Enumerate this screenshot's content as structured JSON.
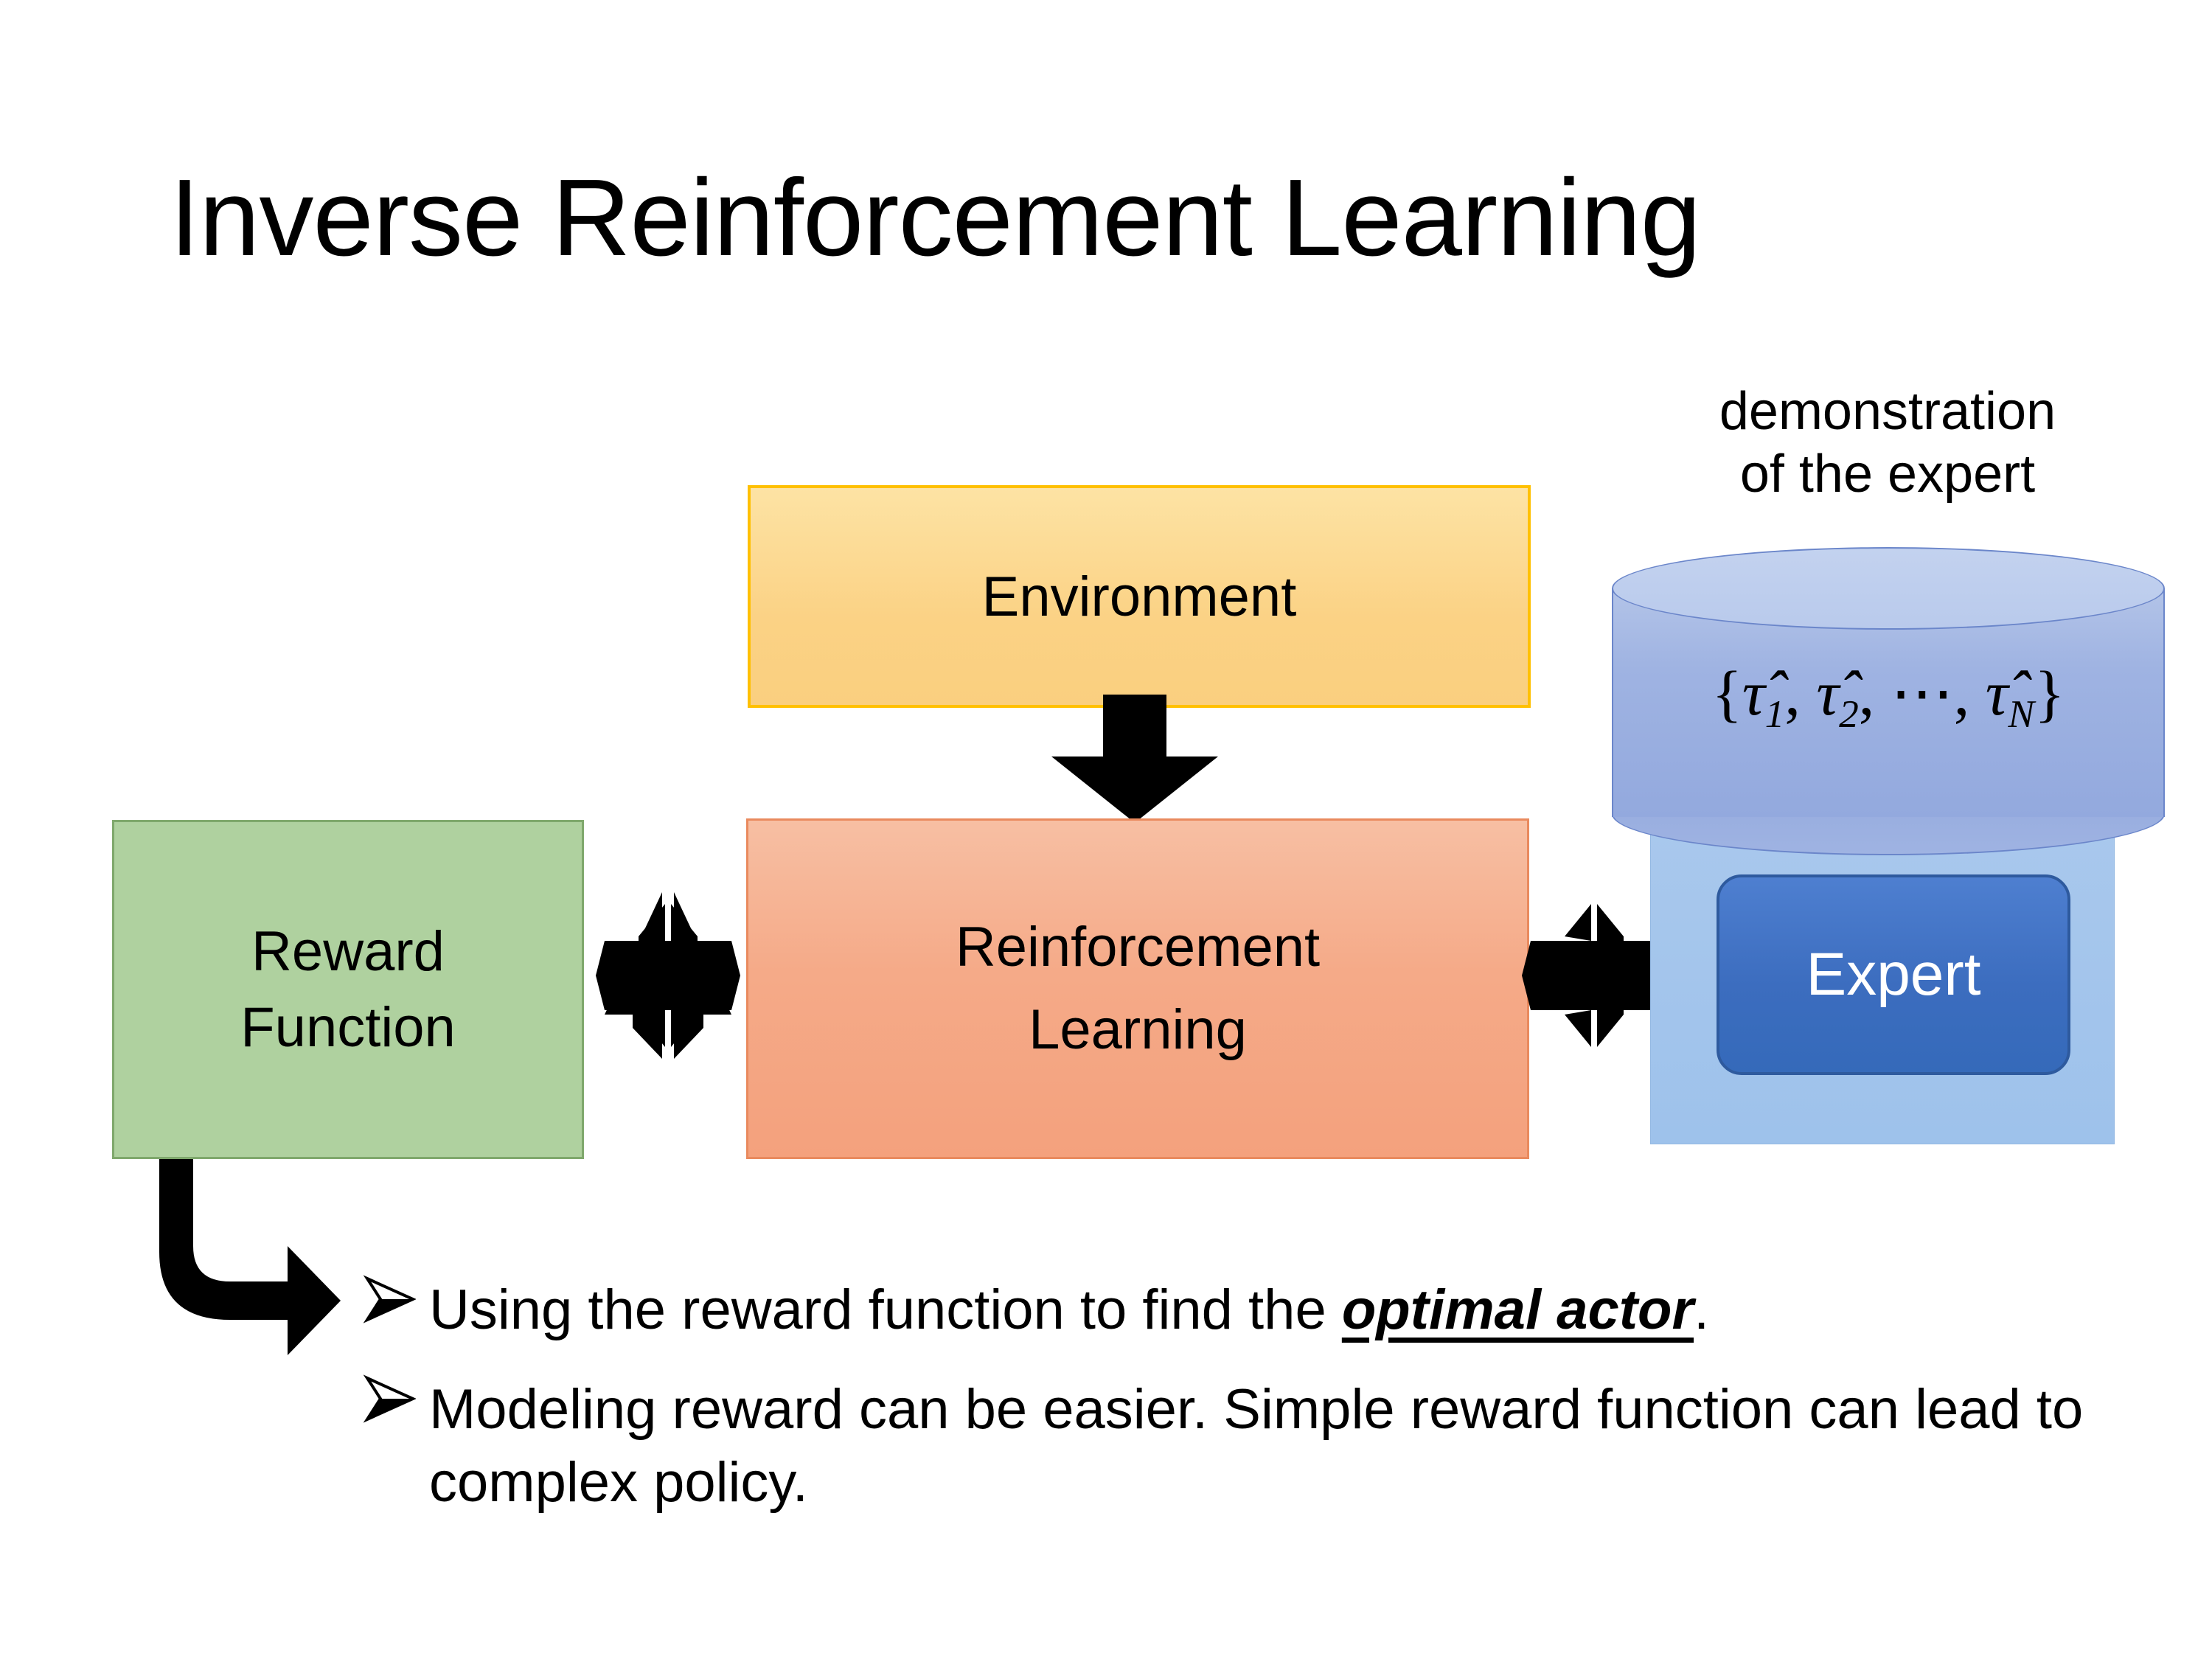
{
  "slide": {
    "title": "Inverse Reinforcement Learning",
    "background_color": "#FFFFFF"
  },
  "diagram": {
    "environment_box": {
      "label": "Environment",
      "fill_color": "#FBD285",
      "border_color": "#FFC000"
    },
    "reward_function_box": {
      "label_line1": "Reward",
      "label_line2": "Function",
      "fill_color": "#AFD19F",
      "border_color": "#7FA86C"
    },
    "reinforcement_learning_box": {
      "label_line1": "Reinforcement",
      "label_line2": "Learning",
      "fill_color": "#F5AA88",
      "border_color": "#E98A5E"
    },
    "expert_panel": {
      "fill_color": "#9EC2EB",
      "expert_button_label": "Expert",
      "expert_button_fill": "#3C6DBF",
      "expert_button_text_color": "#FFFFFF"
    },
    "demonstration_cylinder": {
      "caption_line1": "demonstration",
      "caption_line2": "of the expert",
      "formula_open": "{",
      "formula_t1": "τ̂",
      "formula_t1_sub": "1",
      "formula_sep1": ", ",
      "formula_t2": "τ̂",
      "formula_t2_sub": "2",
      "formula_sep2": ", ⋯, ",
      "formula_tn": "τ̂",
      "formula_tn_sub": "N",
      "formula_close": "}",
      "fill_color": "#9FB3E2",
      "top_fill_color": "#BDCDED",
      "border_color": "#6B86CA"
    },
    "arrows": {
      "environment_to_rl": "down-arrow",
      "reward_to_rl": "quad-arrow-bidirectional",
      "rl_to_expert": "quad-arrow-bidirectional",
      "reward_to_bullets": "bent-arrow-down-right",
      "color": "#000000"
    }
  },
  "bullets": {
    "marker_glyph": "arrowhead",
    "items": [
      {
        "text_before": "Using the reward function to find the ",
        "emphasis": "optimal actor",
        "text_after": "."
      },
      {
        "text_before": "Modeling reward can be easier. Simple reward function can lead to complex policy.",
        "emphasis": "",
        "text_after": ""
      }
    ]
  }
}
